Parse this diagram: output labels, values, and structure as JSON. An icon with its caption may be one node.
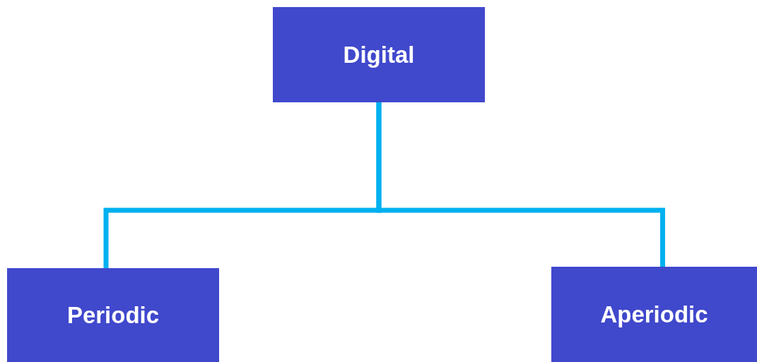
{
  "diagram": {
    "nodes": [
      {
        "text": [
          "Digital"
        ]
      },
      {
        "text": [
          "Periodic"
        ]
      },
      {
        "text": [
          "Aperiodic"
        ]
      }
    ],
    "edges": [
      {
        "from": 0,
        "to": 1,
        "arrow": "none"
      },
      {
        "from": 0,
        "to": 2,
        "arrow": "none"
      }
    ]
  }
}
